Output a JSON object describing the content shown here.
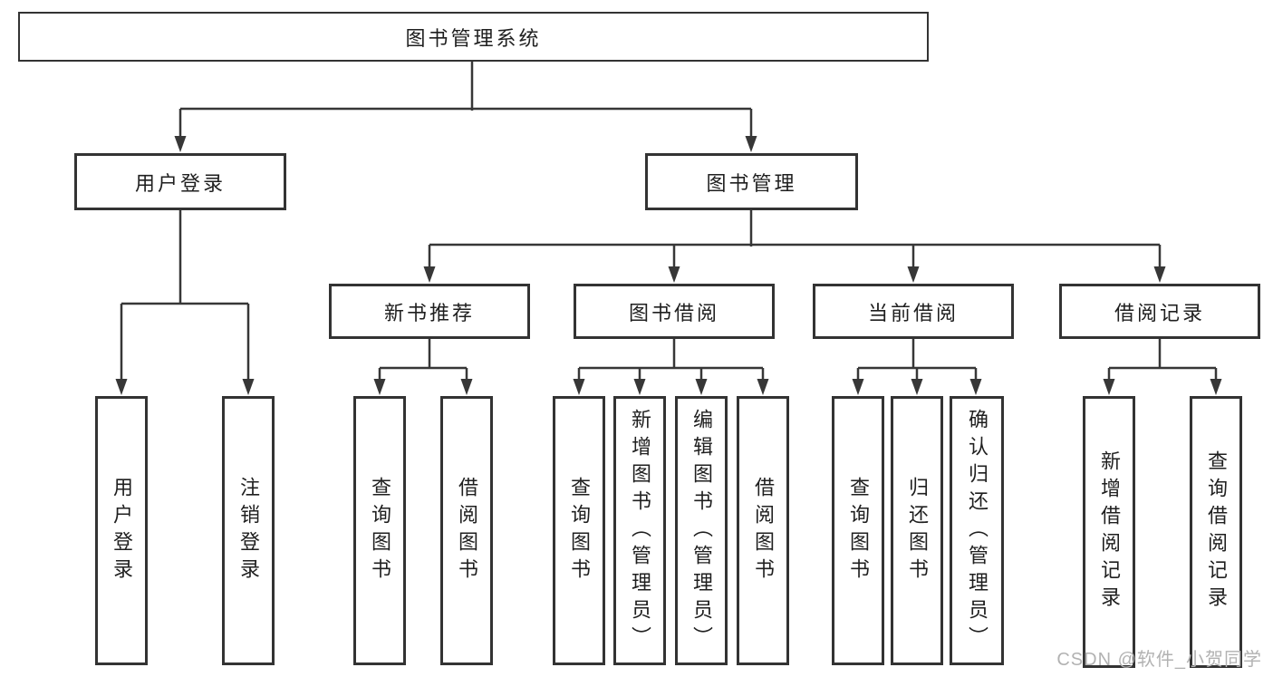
{
  "title": "图书管理系统",
  "tree": {
    "user_login": {
      "label": "用户登录",
      "children": [
        "用户登录",
        "注销登录"
      ]
    },
    "book_management": {
      "label": "图书管理",
      "sections": [
        {
          "label": "新书推荐",
          "children": [
            "查询图书",
            "借阅图书"
          ]
        },
        {
          "label": "图书借阅",
          "children": [
            "查询图书",
            "新增图书（管理员）",
            "编辑图书（管理员）",
            "借阅图书"
          ]
        },
        {
          "label": "当前借阅",
          "children": [
            "查询图书",
            "归还图书",
            "确认归还（管理员）"
          ]
        },
        {
          "label": "借阅记录",
          "children": [
            "新增借阅记录",
            "查询借阅记录"
          ]
        }
      ]
    }
  },
  "watermark": "CSDN @软件_小贺同学",
  "colors": {
    "line": "#373737",
    "box_border": "#333333",
    "text": "#1f1f1f",
    "watermark": "#b2b2b2",
    "background": "#ffffff"
  }
}
